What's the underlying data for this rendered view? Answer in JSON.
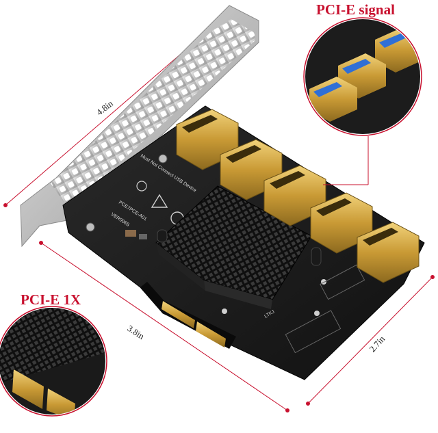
{
  "product": {
    "callouts": {
      "signal_title": "PCI-E signal",
      "connector_title": "PCI-E 1X"
    },
    "dimensions": {
      "height": "4.8in",
      "length": "3.8in",
      "width": "2.7in"
    },
    "board_markings": {
      "warning": "Must Not Connect USB Device",
      "model": "PCE7PCE-A01",
      "version": "VER006S",
      "ltk": "LTKJ"
    },
    "colors": {
      "accent": "#c8102e",
      "pcb": "#1c1c1c",
      "heatsink": "#141414",
      "gold": "#d9b24a",
      "usb_blue": "#2f6fd6",
      "bracket": "#c9c9c9"
    },
    "usb_port_count": 5
  }
}
